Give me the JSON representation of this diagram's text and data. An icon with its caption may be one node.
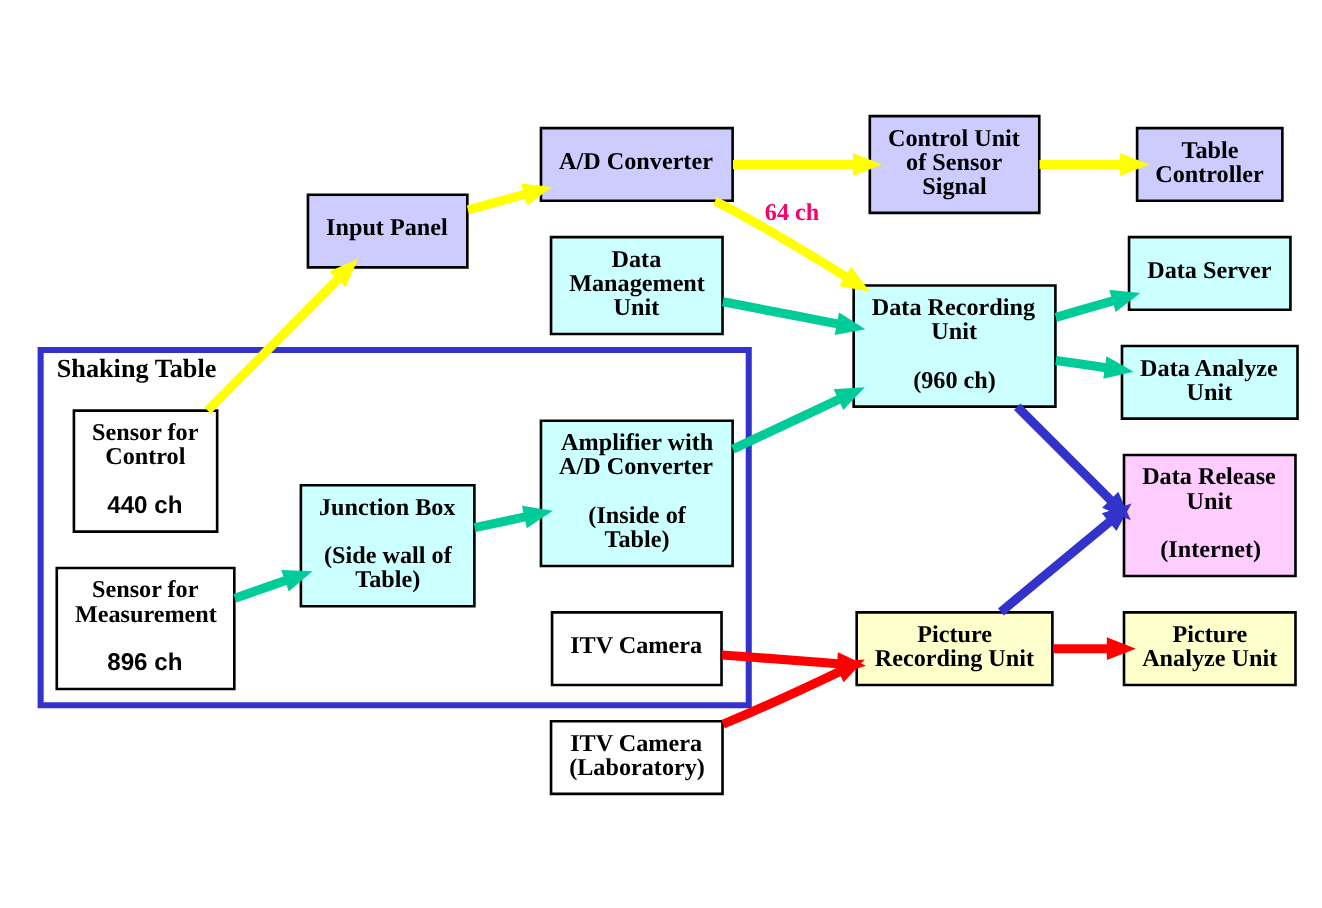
{
  "diagram": {
    "nodes": [
      {
        "text": [
          "Shaking Table"
        ]
      },
      {
        "text": [
          "Sensor for Control",
          "440 ch"
        ],
        "in": 0
      },
      {
        "text": [
          "Input Panel"
        ]
      },
      {
        "text": [
          "A/D Converter"
        ]
      },
      {
        "text": [
          "Control Unit of Sensor Signal"
        ]
      },
      {
        "text": [
          "Table Controller"
        ]
      },
      {
        "text": [
          "Data Management Unit"
        ]
      },
      {
        "text": [
          "Sensor for Measurement",
          "896 ch"
        ],
        "in": 0
      },
      {
        "text": [
          "Junction Box",
          "(Side wall of Table)"
        ],
        "in": 0
      },
      {
        "text": [
          "Amplifier with A/D Converter",
          "(Inside of Table)"
        ],
        "in": 0
      },
      {
        "text": [
          "Data Recording Unit",
          "(960 ch)"
        ]
      },
      {
        "text": [
          "Data Analyze Unit"
        ]
      },
      {
        "text": [
          "Data Server"
        ]
      },
      {
        "text": [
          "Data Release Unit",
          "(Internet)"
        ]
      },
      {
        "text": [
          "ITV Camera"
        ],
        "in": 0
      },
      {
        "text": [
          "Picture Recording Unit"
        ]
      },
      {
        "text": [
          "ITV Camera (Laboratory)"
        ]
      },
      {
        "text": [
          "Picture Analyze Unit"
        ]
      }
    ],
    "edges": [
      {
        "from": 1,
        "to": 2,
        "arrow": "to",
        "color": "#ffff00"
      },
      {
        "from": 2,
        "to": 3,
        "arrow": "to",
        "color": "#ffff00"
      },
      {
        "from": 3,
        "to": 4,
        "arrow": "to",
        "color": "#ffff00"
      },
      {
        "from": 4,
        "to": 5,
        "arrow": "to",
        "color": "#ffff00"
      },
      {
        "from": 3,
        "to": 10,
        "arrow": "to",
        "label": "64 ch",
        "color": "#ffff00"
      },
      {
        "from": 6,
        "to": 10,
        "arrow": "to"
      },
      {
        "from": 7,
        "to": 8,
        "arrow": "to"
      },
      {
        "from": 8,
        "to": 9,
        "arrow": "to"
      },
      {
        "from": 9,
        "to": 10,
        "arrow": "to"
      },
      {
        "from": 10,
        "to": 11,
        "arrow": "to"
      },
      {
        "from": 10,
        "to": 12,
        "arrow": "to"
      },
      {
        "from": 10,
        "to": 13,
        "arrow": "to",
        "color": "#3333cc"
      },
      {
        "from": 14,
        "to": 15,
        "arrow": "to",
        "color": "#ff0000"
      },
      {
        "from": 16,
        "to": 15,
        "arrow": "to",
        "color": "#ff0000"
      },
      {
        "from": 15,
        "to": 13,
        "arrow": "to",
        "color": "#3333cc"
      },
      {
        "from": 15,
        "to": 17,
        "arrow": "to",
        "color": "#ff0000"
      }
    ]
  }
}
